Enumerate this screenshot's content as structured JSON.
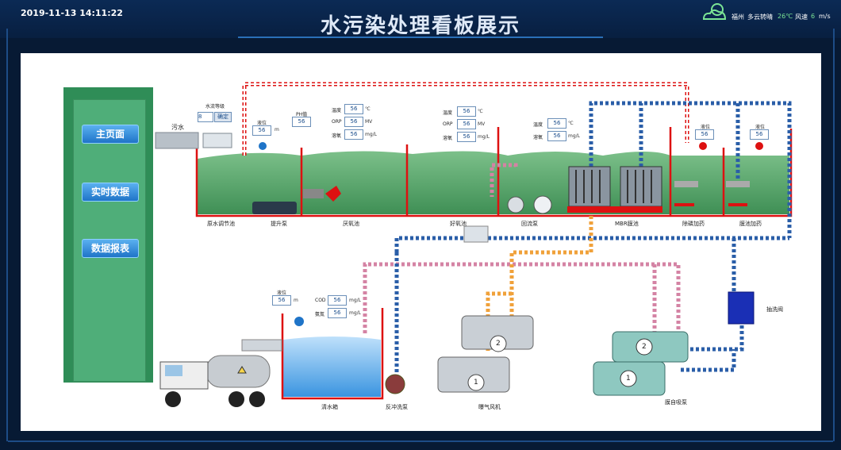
{
  "header": {
    "datetime": "2019-11-13 14:11:22",
    "title": "水污染处理看板展示",
    "weather_city": "福州",
    "weather_desc": "多云转晴",
    "temp": "26℃",
    "wind_label": "风速",
    "wind_value": "6",
    "wind_unit": "m/s"
  },
  "nav": {
    "home": "主页面",
    "realtime": "实时数据",
    "report": "数据报表"
  },
  "labels": {
    "sewage": "污水",
    "flow_label": "水流等级",
    "flow_value": "8",
    "confirm": "确定",
    "level": "液位",
    "ph": "PH值",
    "temperature": "温度",
    "orp": "ORP",
    "dissolved": "溶氧",
    "cod": "COD",
    "ammonia": "氨氮",
    "value": "56",
    "unit_m": "m",
    "unit_c": "℃",
    "unit_mv": "MV",
    "unit_mgl": "mg/L",
    "tank_raw": "原水调节池",
    "pump_lift": "提升泵",
    "tank_anoxic": "厌氧池",
    "tank_aerobic": "好氧池",
    "pump_reflux": "回流泵",
    "tank_mbr": "MBR膜池",
    "phos_dosing": "除磷加药",
    "membrane_dosing": "膜池加药",
    "clear_tank": "清水箱",
    "backwash_pump": "反冲洗泵",
    "blower": "曝气风机",
    "membrane_pump": "膜自吸泵",
    "suction_valve": "抽洗阀",
    "num1": "1",
    "num2": "2"
  },
  "colors": {
    "accent": "#1f74c8",
    "pipe_red": "#d11",
    "pipe_blue": "#2a5ea8",
    "pipe_pink": "#d483a4",
    "pipe_orange": "#f0a13a",
    "water": "#4fa8e8",
    "sludge": "#4a9c5e"
  }
}
